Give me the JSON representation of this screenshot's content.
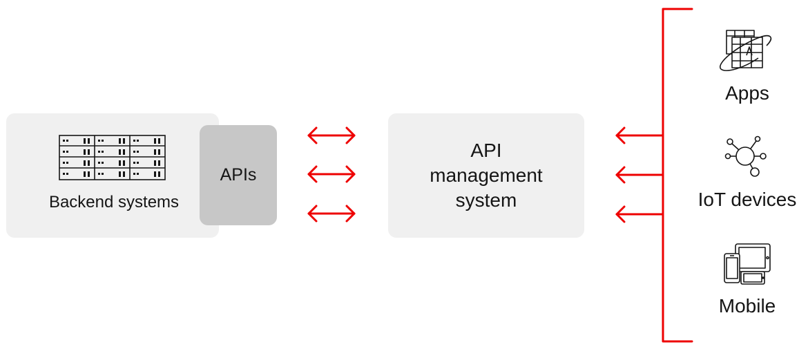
{
  "backend": {
    "label": "Backend systems",
    "apis_label": "APIs"
  },
  "management": {
    "lines": [
      "API",
      "management",
      "system"
    ]
  },
  "clients": [
    {
      "label": "Apps",
      "icon": "apps-icon"
    },
    {
      "label": "IoT devices",
      "icon": "iot-devices-icon"
    },
    {
      "label": "Mobile",
      "icon": "mobile-devices-icon"
    }
  ],
  "colors": {
    "accent": "#ee0000",
    "panel": "#f0f0f0",
    "apis_panel": "#c7c7c7",
    "text": "#151515"
  }
}
